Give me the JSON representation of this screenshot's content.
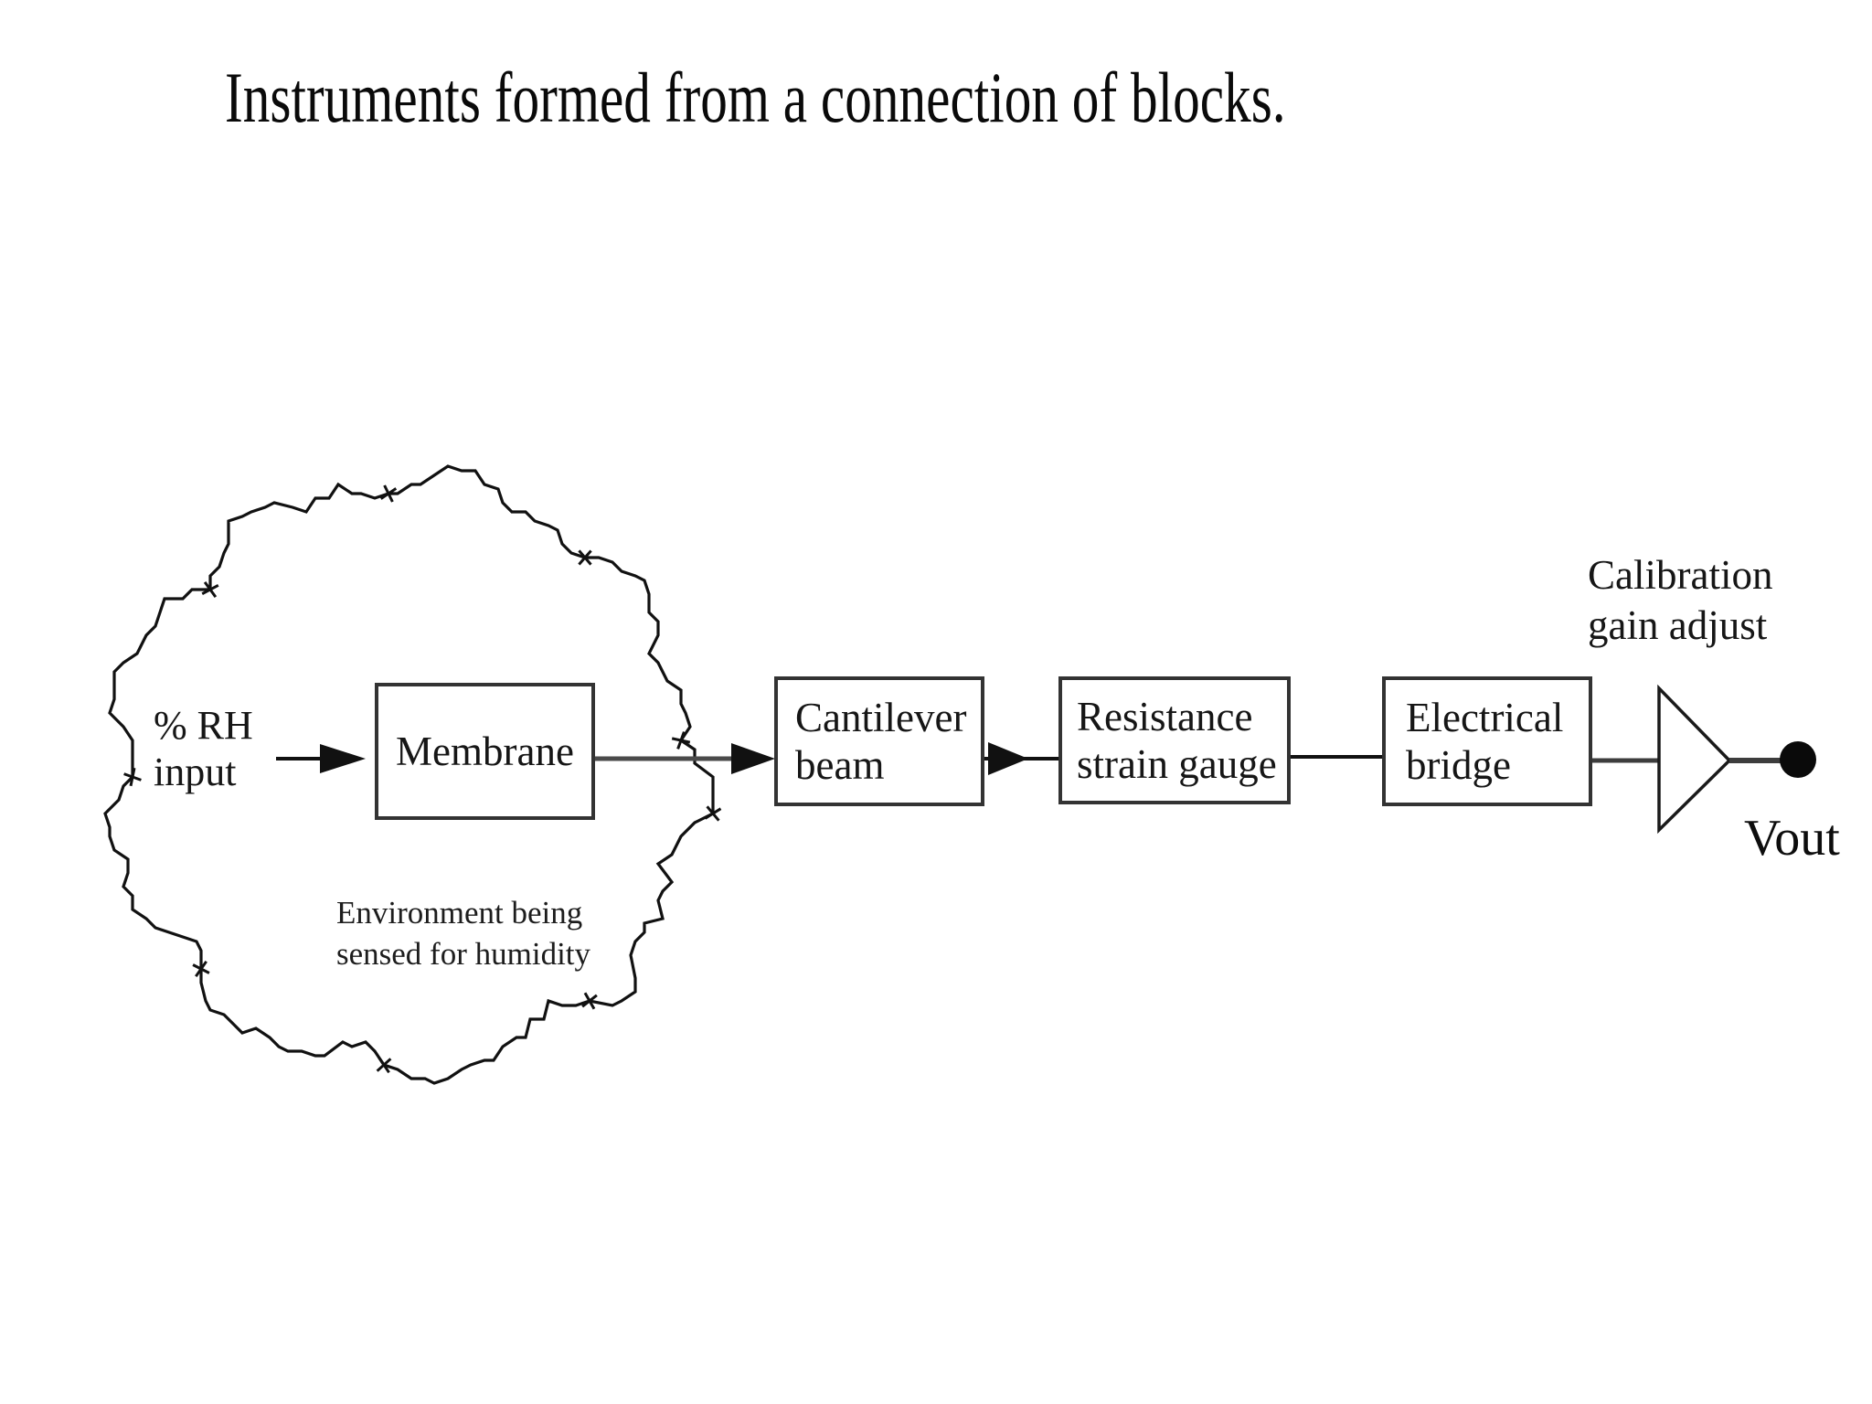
{
  "title": "Instruments formed from a connection of blocks.",
  "diagram": {
    "input_label": {
      "line1": "% RH",
      "line2": "input"
    },
    "cloud_caption": {
      "line1": "Environment being",
      "line2": "sensed for humidity"
    },
    "blocks": [
      {
        "id": "membrane",
        "label": "Membrane"
      },
      {
        "id": "cantilever-beam",
        "line1": "Cantilever",
        "line2": "beam"
      },
      {
        "id": "resistance-strain-gauge",
        "line1": "Resistance",
        "line2": "strain gauge"
      },
      {
        "id": "electrical-bridge",
        "line1": "Electrical",
        "line2": "bridge"
      }
    ],
    "amplifier_label": {
      "line1": "Calibration",
      "line2": "gain adjust"
    },
    "output_label": "Vout",
    "icons": {
      "environment": "jagged-cloud-outline",
      "amplifier": "right-pointing-triangle",
      "output_terminal": "filled-circle",
      "signal_flow": "solid-right-arrowheads"
    },
    "colors": {
      "ink": "#111111",
      "line_gray": "#4a4a4a",
      "background": "#ffffff"
    }
  }
}
